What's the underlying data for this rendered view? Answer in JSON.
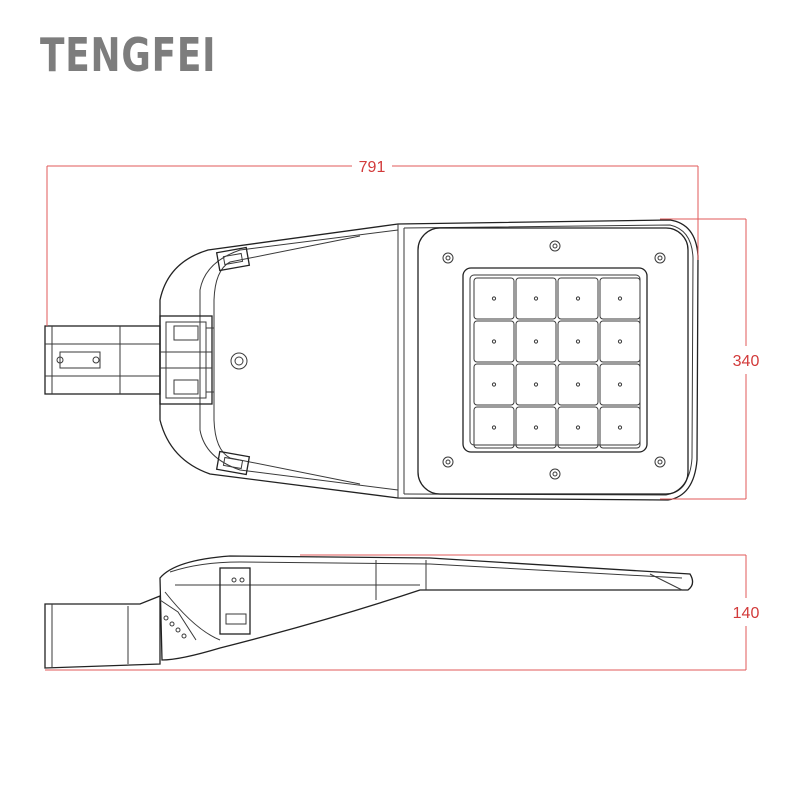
{
  "brand": {
    "name": "TENGFEI"
  },
  "dimensions": {
    "length": "791",
    "width": "340",
    "height": "140"
  },
  "colors": {
    "brand": "#7d7d7d",
    "dimension": "#d23a3a",
    "outline": "#3a3a3a"
  },
  "led_module": {
    "rows": 4,
    "cols": 4
  }
}
